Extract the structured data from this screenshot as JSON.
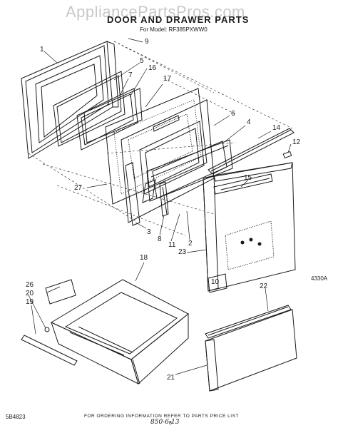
{
  "watermark": "AppliancePartsPros.com",
  "title": "DOOR AND DRAWER PARTS",
  "model_line": "For Model: RF385PXWW0",
  "callouts": [
    {
      "id": "c1",
      "label": "1"
    },
    {
      "id": "c9",
      "label": "9"
    },
    {
      "id": "c5",
      "label": "5"
    },
    {
      "id": "c7",
      "label": "7"
    },
    {
      "id": "c16",
      "label": "16"
    },
    {
      "id": "c17",
      "label": "17"
    },
    {
      "id": "c6",
      "label": "6"
    },
    {
      "id": "c4",
      "label": "4"
    },
    {
      "id": "c14",
      "label": "14"
    },
    {
      "id": "c12",
      "label": "12"
    },
    {
      "id": "c15",
      "label": "15"
    },
    {
      "id": "c27",
      "label": "27"
    },
    {
      "id": "c3",
      "label": "3"
    },
    {
      "id": "c8",
      "label": "8"
    },
    {
      "id": "c11",
      "label": "11"
    },
    {
      "id": "c2",
      "label": "2"
    },
    {
      "id": "c23",
      "label": "23"
    },
    {
      "id": "c18",
      "label": "18"
    },
    {
      "id": "c10",
      "label": "10"
    },
    {
      "id": "c22",
      "label": "22"
    },
    {
      "id": "c26",
      "label": "26"
    },
    {
      "id": "c20",
      "label": "20"
    },
    {
      "id": "c19",
      "label": "19"
    },
    {
      "id": "c21",
      "label": "21"
    }
  ],
  "diagram_ref": "4330A",
  "footer_note": "FOR ORDERING INFORMATION REFER TO PARTS PRICE LIST",
  "page_number": "8",
  "doc_code": "5B4823",
  "handwritten_note": "850-6-13"
}
